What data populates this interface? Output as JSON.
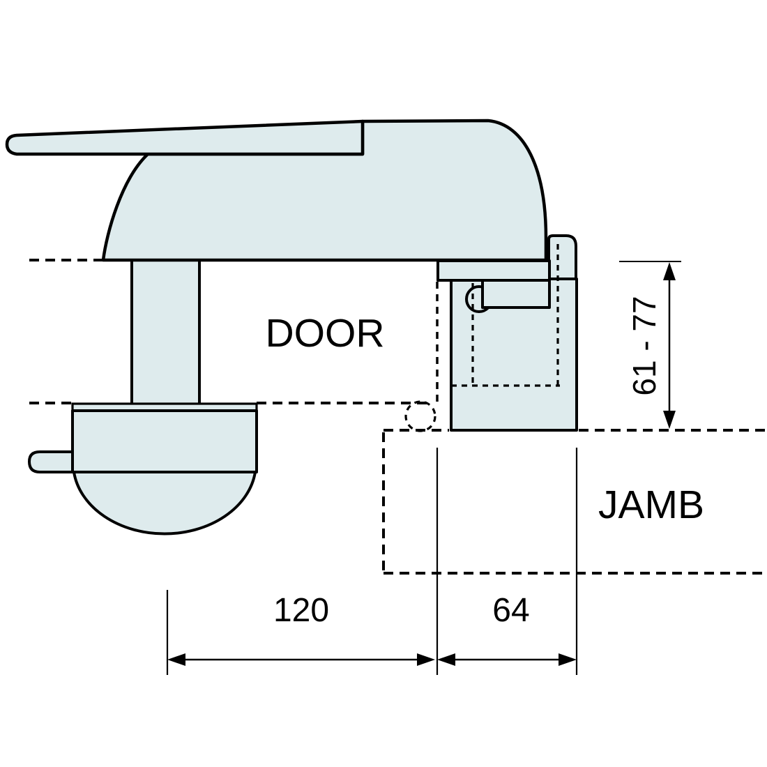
{
  "diagram_title": "door latch side-section installation diagram",
  "labels": {
    "door": "DOOR",
    "jamb": "JAMB"
  },
  "dimensions": {
    "handle_center_to_door_edge": "120",
    "door_edge_to_keeper_face": "64",
    "keeper_height_range": "61 - 77"
  },
  "colors": {
    "part_fill": "#deebed",
    "outline": "#000000",
    "background": "#ffffff"
  }
}
